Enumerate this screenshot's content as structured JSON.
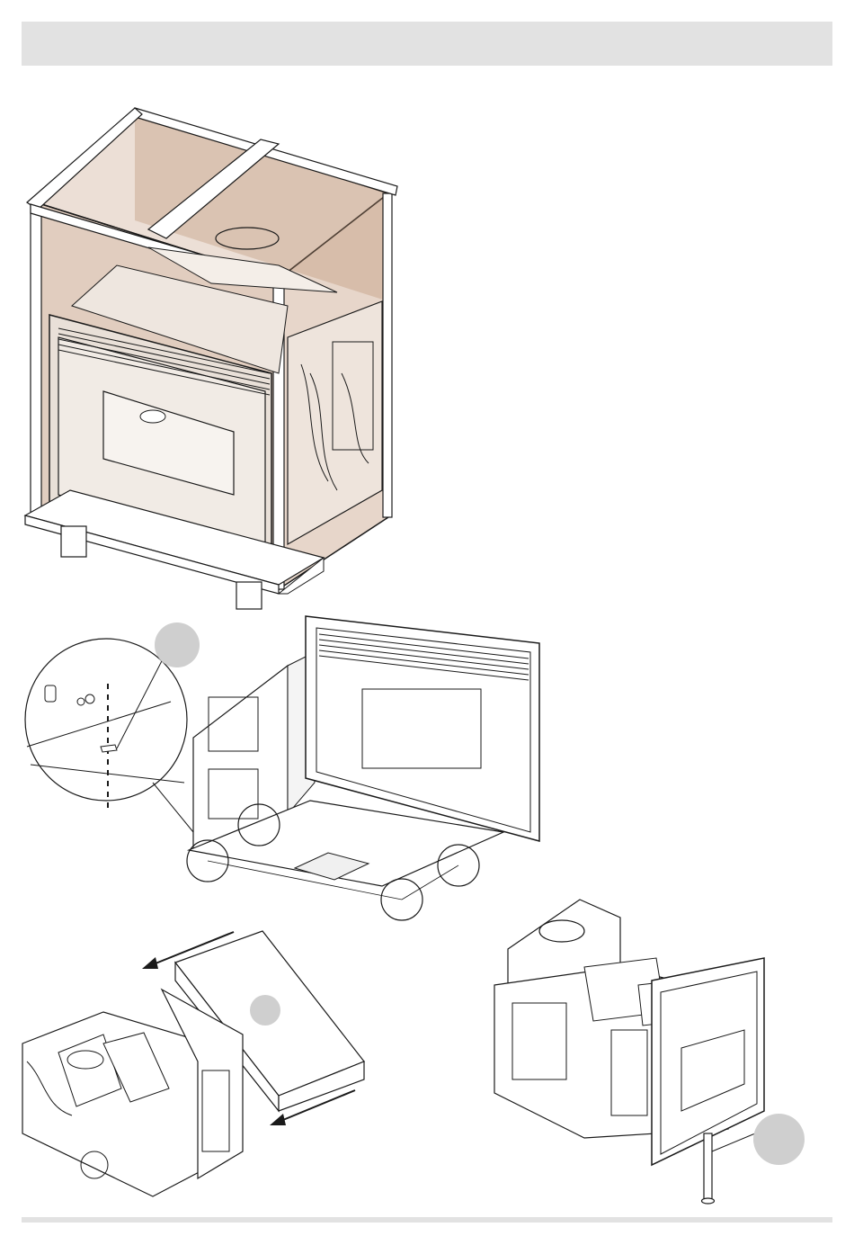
{
  "page": {
    "header_text": "",
    "footer_text": ""
  },
  "figures": {
    "packaged_stove": {
      "description_name": "packaged-stove-illustration"
    },
    "base_screws": {
      "description_name": "base-screw-detail-illustration"
    },
    "sliding_out": {
      "description_name": "slide-out-illustration"
    },
    "leg_support": {
      "description_name": "support-leg-illustration"
    }
  },
  "callouts": {
    "detail_zoom": "",
    "slide_box": "",
    "support_leg": ""
  },
  "colors": {
    "header_bar": "#e2e2e2",
    "crate_tint": "#c9a48a",
    "callout_fill": "#cfcfcf",
    "line": "#1a1a1a"
  }
}
